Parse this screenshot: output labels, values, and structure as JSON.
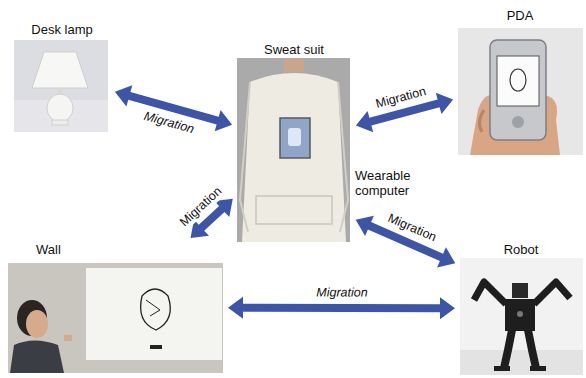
{
  "diagram": {
    "nodes": [
      {
        "text": [
          "Desk lamp"
        ]
      },
      {
        "text": [
          "Sweat suit"
        ]
      },
      {
        "text": [
          "PDA"
        ]
      },
      {
        "text": [
          "Wall"
        ]
      },
      {
        "text": [
          "Robot"
        ]
      }
    ],
    "edges": [
      {
        "from": 0,
        "to": 1,
        "label": "Migration",
        "arrow": "both"
      },
      {
        "from": 1,
        "to": 2,
        "label": "Migration",
        "arrow": "both"
      },
      {
        "from": 3,
        "to": 1,
        "label": "Migration",
        "arrow": "both"
      },
      {
        "from": 1,
        "to": 4,
        "label": "Migration",
        "arrow": "both"
      },
      {
        "from": 3,
        "to": 4,
        "label": "Migration",
        "arrow": "both"
      }
    ],
    "labels": [
      "Wearable computer"
    ]
  }
}
